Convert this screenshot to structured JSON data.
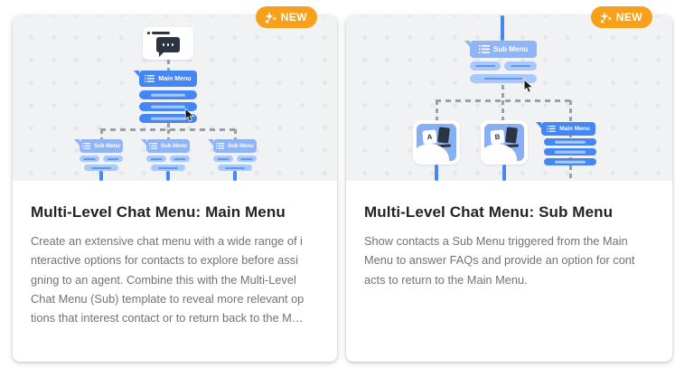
{
  "colors": {
    "accent_orange": "#f9a01b",
    "primary_blue": "#4486f4",
    "light_blue": "#8fb5f7",
    "canvas_gray": "#f1f2f4"
  },
  "cards": [
    {
      "badge": "NEW",
      "title": "Multi-Level Chat Menu: Main Menu",
      "description": "Create an extensive chat menu with a wide range of i\nnteractive options for contacts to explore before assi\ngning to an agent. Combine this with the Multi-Level\nChat Menu (Sub) template to reveal more relevant op\ntions that interest contact or to return back to the M…",
      "illustration": {
        "main_menu_label": "Main Menu",
        "sub_menu_labels": [
          "Sub Menu",
          "Sub Menu",
          "Sub Menu"
        ]
      }
    },
    {
      "badge": "NEW",
      "title": "Multi-Level Chat Menu: Sub Menu",
      "description": "Show contacts a Sub Menu triggered from the Main\nMenu to answer FAQs and provide an option for cont\nacts to return to the Main Menu.",
      "illustration": {
        "sub_menu_label": "Sub Menu",
        "main_menu_label": "Main Menu",
        "option_labels": [
          "A",
          "B"
        ]
      }
    }
  ]
}
